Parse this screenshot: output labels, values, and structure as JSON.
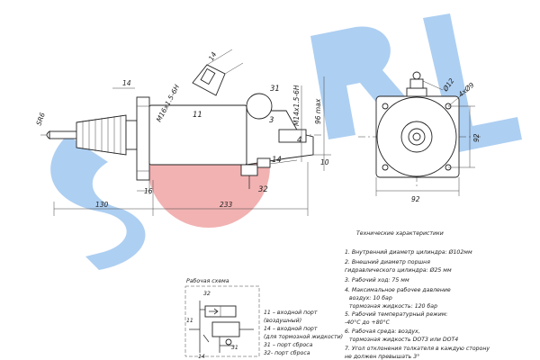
{
  "watermark": {
    "text": "SORL",
    "color_blue": "#6aa8e8",
    "color_red": "#e35a5a"
  },
  "dimensions": {
    "d14_top": "14",
    "d14_left": "14",
    "m16": "M16x1.5-6H",
    "sr6": "SR6",
    "d31": "31",
    "d11": "11",
    "d3": "3",
    "d4": "4",
    "d14_bottom": "14",
    "d32": "32",
    "d16": "16",
    "d130": "130",
    "d233": "233",
    "m14": "M14x1.5-6H",
    "max96": "96 max",
    "d10": "10",
    "phi12": "Ø12",
    "holes": "4xØ9",
    "d92_right": "92",
    "d92_bottom": "92"
  },
  "tech": {
    "title": "Технические характеристики",
    "lines": [
      "1. Внутренний диаметр цилиндра: Ø102мм",
      "2. Внешний диаметр поршня",
      "гидравлического цилиндра: Ø25 мм",
      "3. Рабочий ход: 75 мм",
      "4. Максимальное рабочее давление",
      "воздух: 10 бар",
      "тормозная жидкость: 120 бар",
      "5. Рабочий температурный режим:",
      "-40°С до +80°С",
      "6. Рабочая среда: воздух,",
      "тормозная жидкость DOT3 или DOT4",
      "7. Угол отклонения толкателя в каждую сторону",
      "не должен превышать 3°"
    ]
  },
  "schema": {
    "title": "Рабочая схема",
    "port32": "32",
    "port11": "11",
    "port31": "31",
    "port14": "14",
    "legend": [
      "11 – входной порт",
      "(воздушный)",
      "14 – входной порт",
      "(для тормозной жидкости)",
      "31 – порт сброса",
      "32- порт сброса"
    ]
  }
}
